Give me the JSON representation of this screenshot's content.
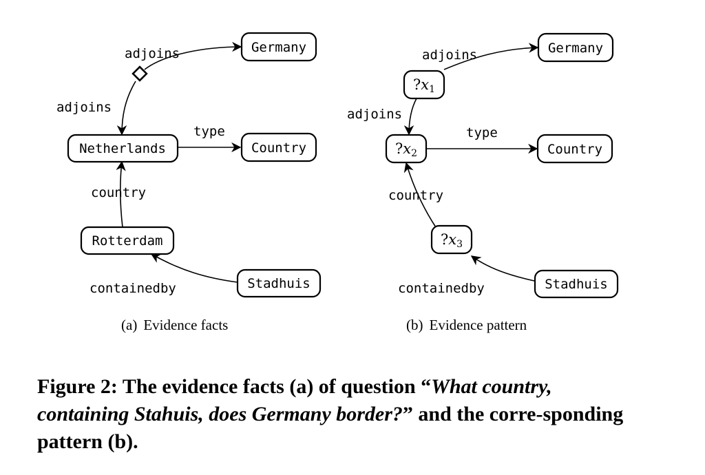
{
  "panel_a": {
    "nodes": {
      "germany": "Germany",
      "netherlands": "Netherlands",
      "country": "Country",
      "rotterdam": "Rotterdam",
      "stadhuis": "Stadhuis"
    },
    "edges": {
      "adjoins_top": "adjoins",
      "adjoins_left": "adjoins",
      "type": "type",
      "country": "country",
      "containedby": "containedby"
    },
    "caption_label": "(a)",
    "caption_text": "Evidence facts"
  },
  "panel_b": {
    "nodes": {
      "germany": "Germany",
      "x1_q": "?",
      "x1_var": "x",
      "x1_sub": "1",
      "x2_q": "?",
      "x2_var": "x",
      "x2_sub": "2",
      "country": "Country",
      "x3_q": "?",
      "x3_var": "x",
      "x3_sub": "3",
      "stadhuis": "Stadhuis"
    },
    "edges": {
      "adjoins_top": "adjoins",
      "adjoins_left": "adjoins",
      "type": "type",
      "country": "country",
      "containedby": "containedby"
    },
    "caption_label": "(b)",
    "caption_text": "Evidence pattern"
  },
  "caption": {
    "part1": "Figure 2: The evidence facts (a) of question “",
    "question": "What country, containing Stahuis, does Germany border?",
    "part2": "” and the corre-sponding pattern (b)."
  }
}
